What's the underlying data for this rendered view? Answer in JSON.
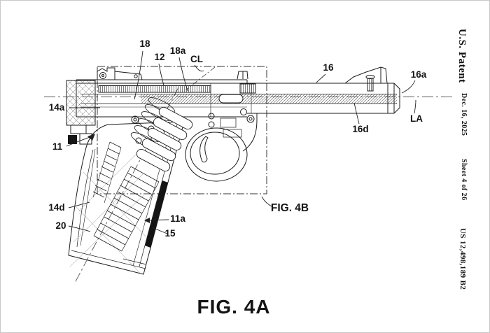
{
  "sidebar": {
    "publication": "U.S. Patent",
    "date": "Dec. 16, 2025",
    "sheet": "Sheet 4 of 26",
    "patent_number": "US 12,498,189 B2"
  },
  "figure": {
    "caption": "FIG. 4A",
    "inset_callout": "FIG. 4B",
    "ink_color": "#1a1a1a",
    "ref_labels": {
      "n18": "18",
      "n12": "12",
      "n18a": "18a",
      "cl": "CL",
      "n16": "16",
      "n16a": "16a",
      "n16d": "16d",
      "la": "LA",
      "n14a": "14a",
      "n11": "11",
      "n14d": "14d",
      "n20": "20",
      "n11a": "11a",
      "n15": "15"
    }
  }
}
